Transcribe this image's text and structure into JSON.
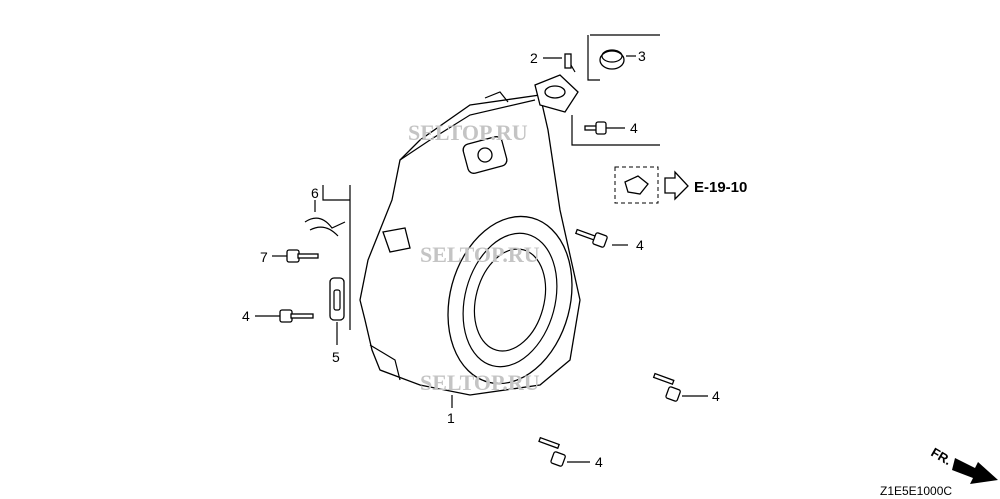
{
  "diagram": {
    "callouts": [
      {
        "id": "1",
        "label": "1",
        "part": "fan-cover"
      },
      {
        "id": "2",
        "label": "2",
        "part": "switch-wire"
      },
      {
        "id": "3",
        "label": "3",
        "part": "grommet"
      },
      {
        "id": "4a",
        "label": "4",
        "part": "flange-bolt"
      },
      {
        "id": "4b",
        "label": "4",
        "part": "flange-bolt"
      },
      {
        "id": "4c",
        "label": "4",
        "part": "flange-bolt"
      },
      {
        "id": "4d",
        "label": "4",
        "part": "flange-bolt"
      },
      {
        "id": "4e",
        "label": "4",
        "part": "flange-bolt"
      },
      {
        "id": "5",
        "label": "5",
        "part": "wire-clamp"
      },
      {
        "id": "6",
        "label": "6",
        "part": "clip"
      },
      {
        "id": "7",
        "label": "7",
        "part": "flange-bolt"
      }
    ],
    "reference": {
      "label": "E-19-10",
      "icon": "clip-icon"
    },
    "direction": {
      "label": "FR.",
      "icon": "arrow-icon"
    },
    "drawing_code": "Z1E5E1000C",
    "watermarks": [
      "SELTOP.RU",
      "SELTOP.RU",
      "SELTOP.RU"
    ]
  }
}
